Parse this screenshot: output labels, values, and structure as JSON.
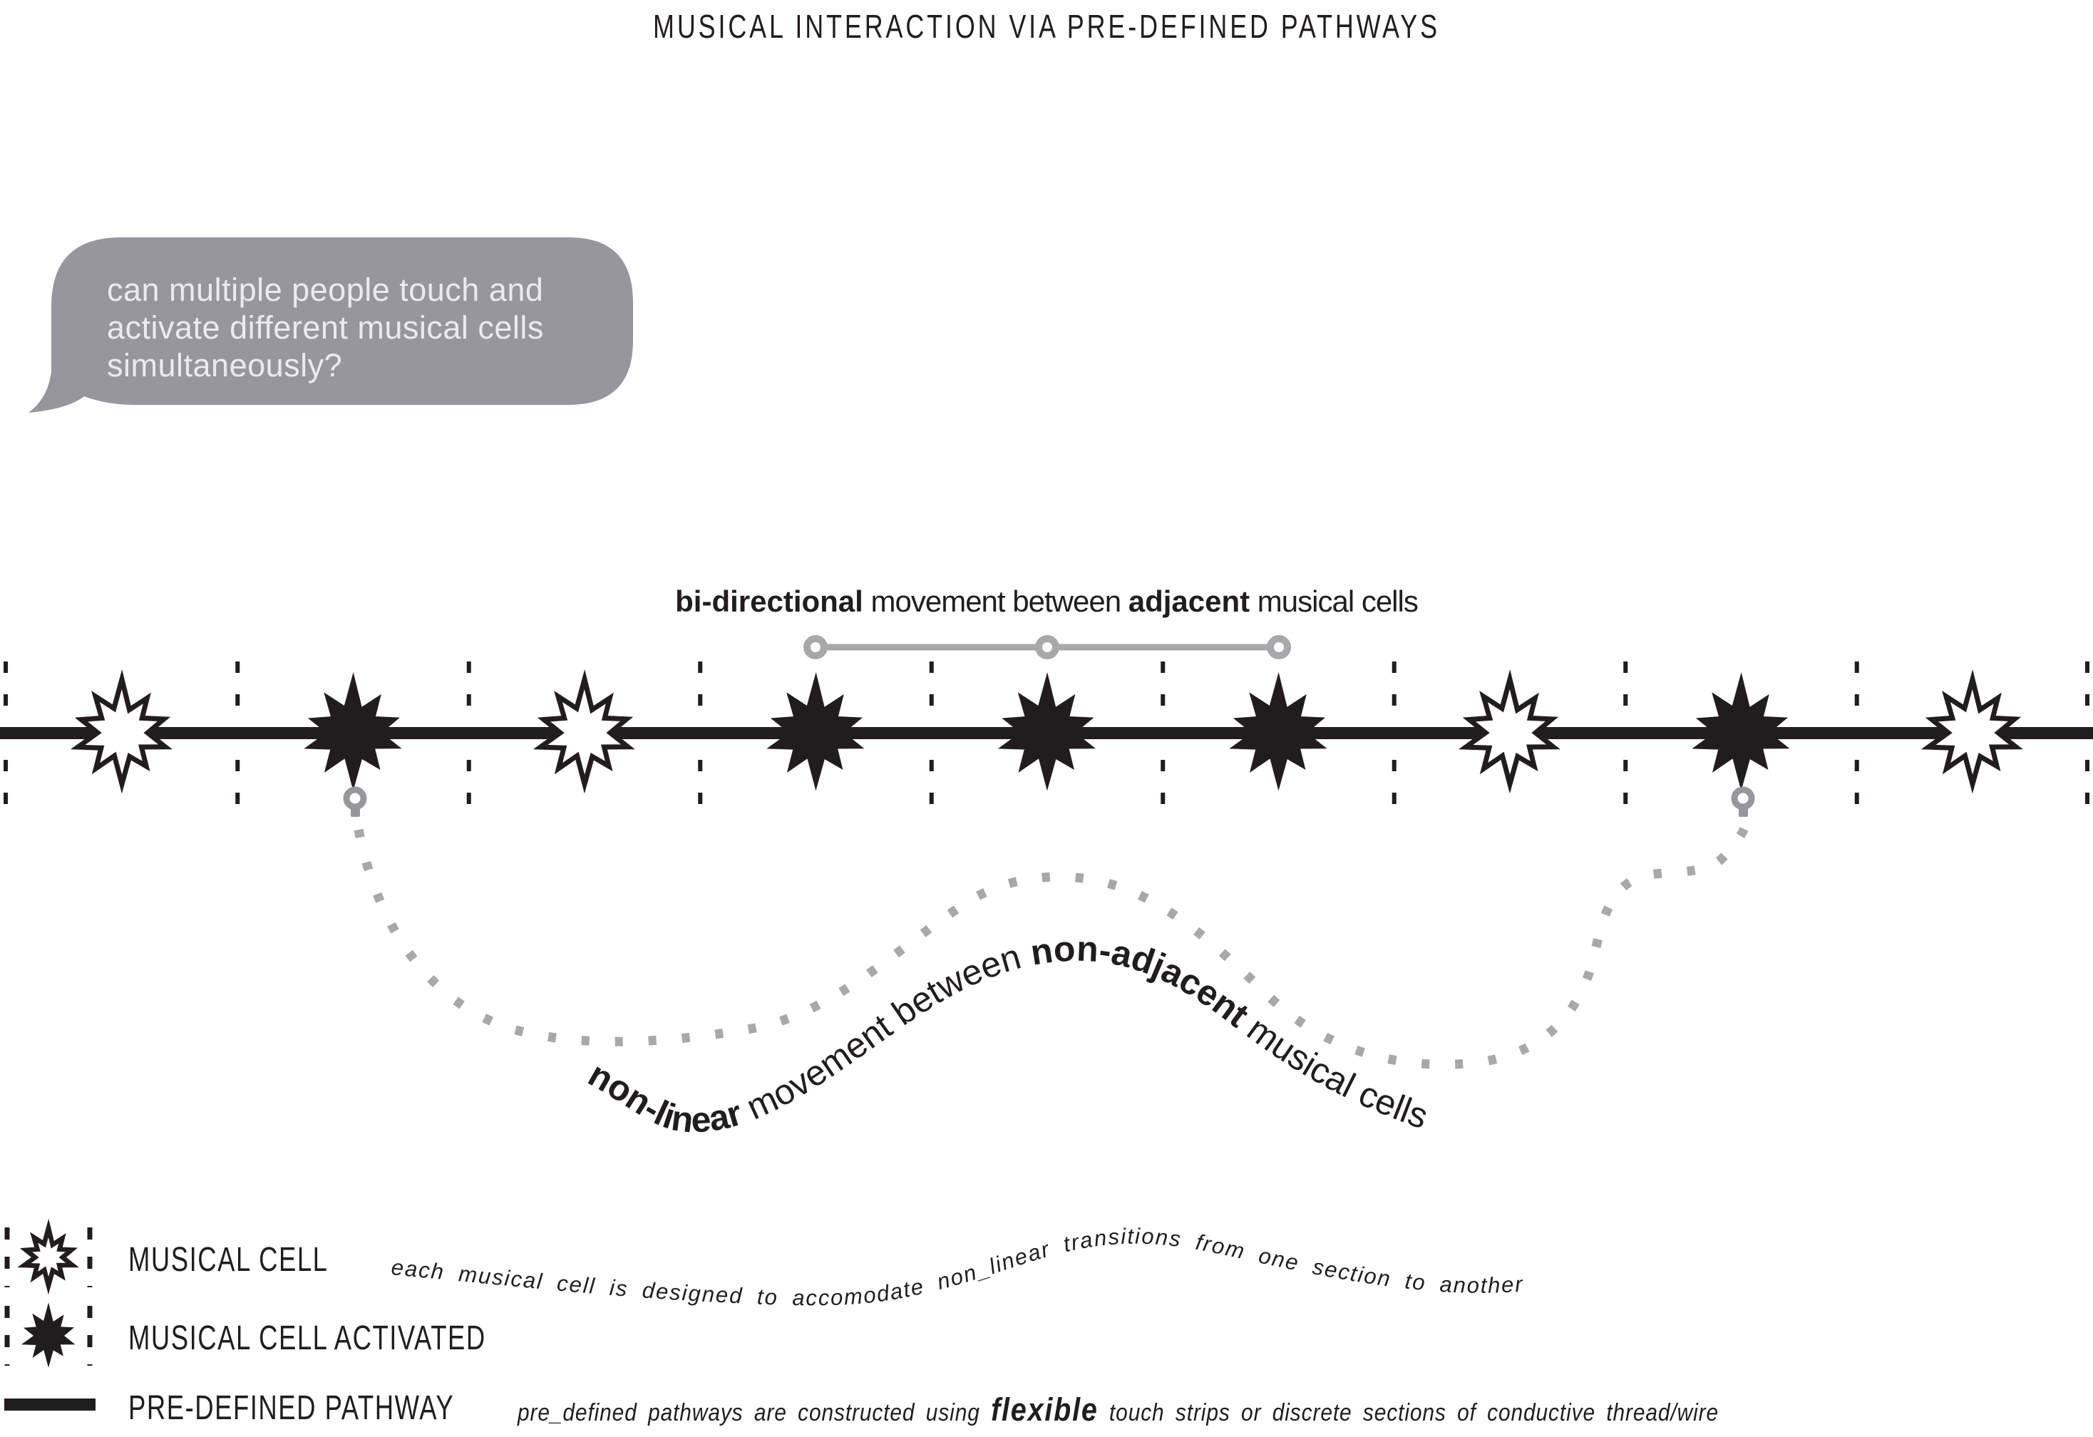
{
  "title": "MUSICAL INTERACTION VIA PRE-DEFINED PATHWAYS",
  "speech_bubble": {
    "lines": [
      "can multiple people touch and",
      "activate different musical cells",
      "simultaneously?"
    ]
  },
  "bidirectional_label": {
    "bold1": "bi-directional",
    "mid": " movement between ",
    "bold2": "adjacent",
    "end": " musical cells"
  },
  "nonlinear_label": {
    "bold1": "non-linear",
    "mid": " movement between ",
    "bold2": "non-adjacent",
    "end": " musical cells"
  },
  "pathway": {
    "cells": [
      "cell",
      "activated",
      "cell",
      "activated",
      "activated",
      "activated",
      "cell",
      "activated",
      "cell"
    ]
  },
  "legend": {
    "items": [
      {
        "icon": "musical-cell-icon",
        "label": "MUSICAL CELL"
      },
      {
        "icon": "musical-cell-activated-icon",
        "label": "MUSICAL CELL ACTIVATED"
      },
      {
        "icon": "pre-defined-pathway-icon",
        "label": "PRE-DEFINED PATHWAY"
      }
    ]
  },
  "annotations": {
    "cell_note": "each musical cell is designed to accomodate non_linear transitions from one section to another",
    "pathway_note_pre": "pre_defined pathways are constructed using ",
    "pathway_note_bold": "flexible",
    "pathway_note_post": " touch strips or discrete sections of conductive thread/wire"
  },
  "colors": {
    "ink": "#211d1e",
    "gray": "#a8a8ab",
    "pin_gray": "#97979b",
    "bubble": "#97969c",
    "bubble_text": "#eceaee"
  }
}
